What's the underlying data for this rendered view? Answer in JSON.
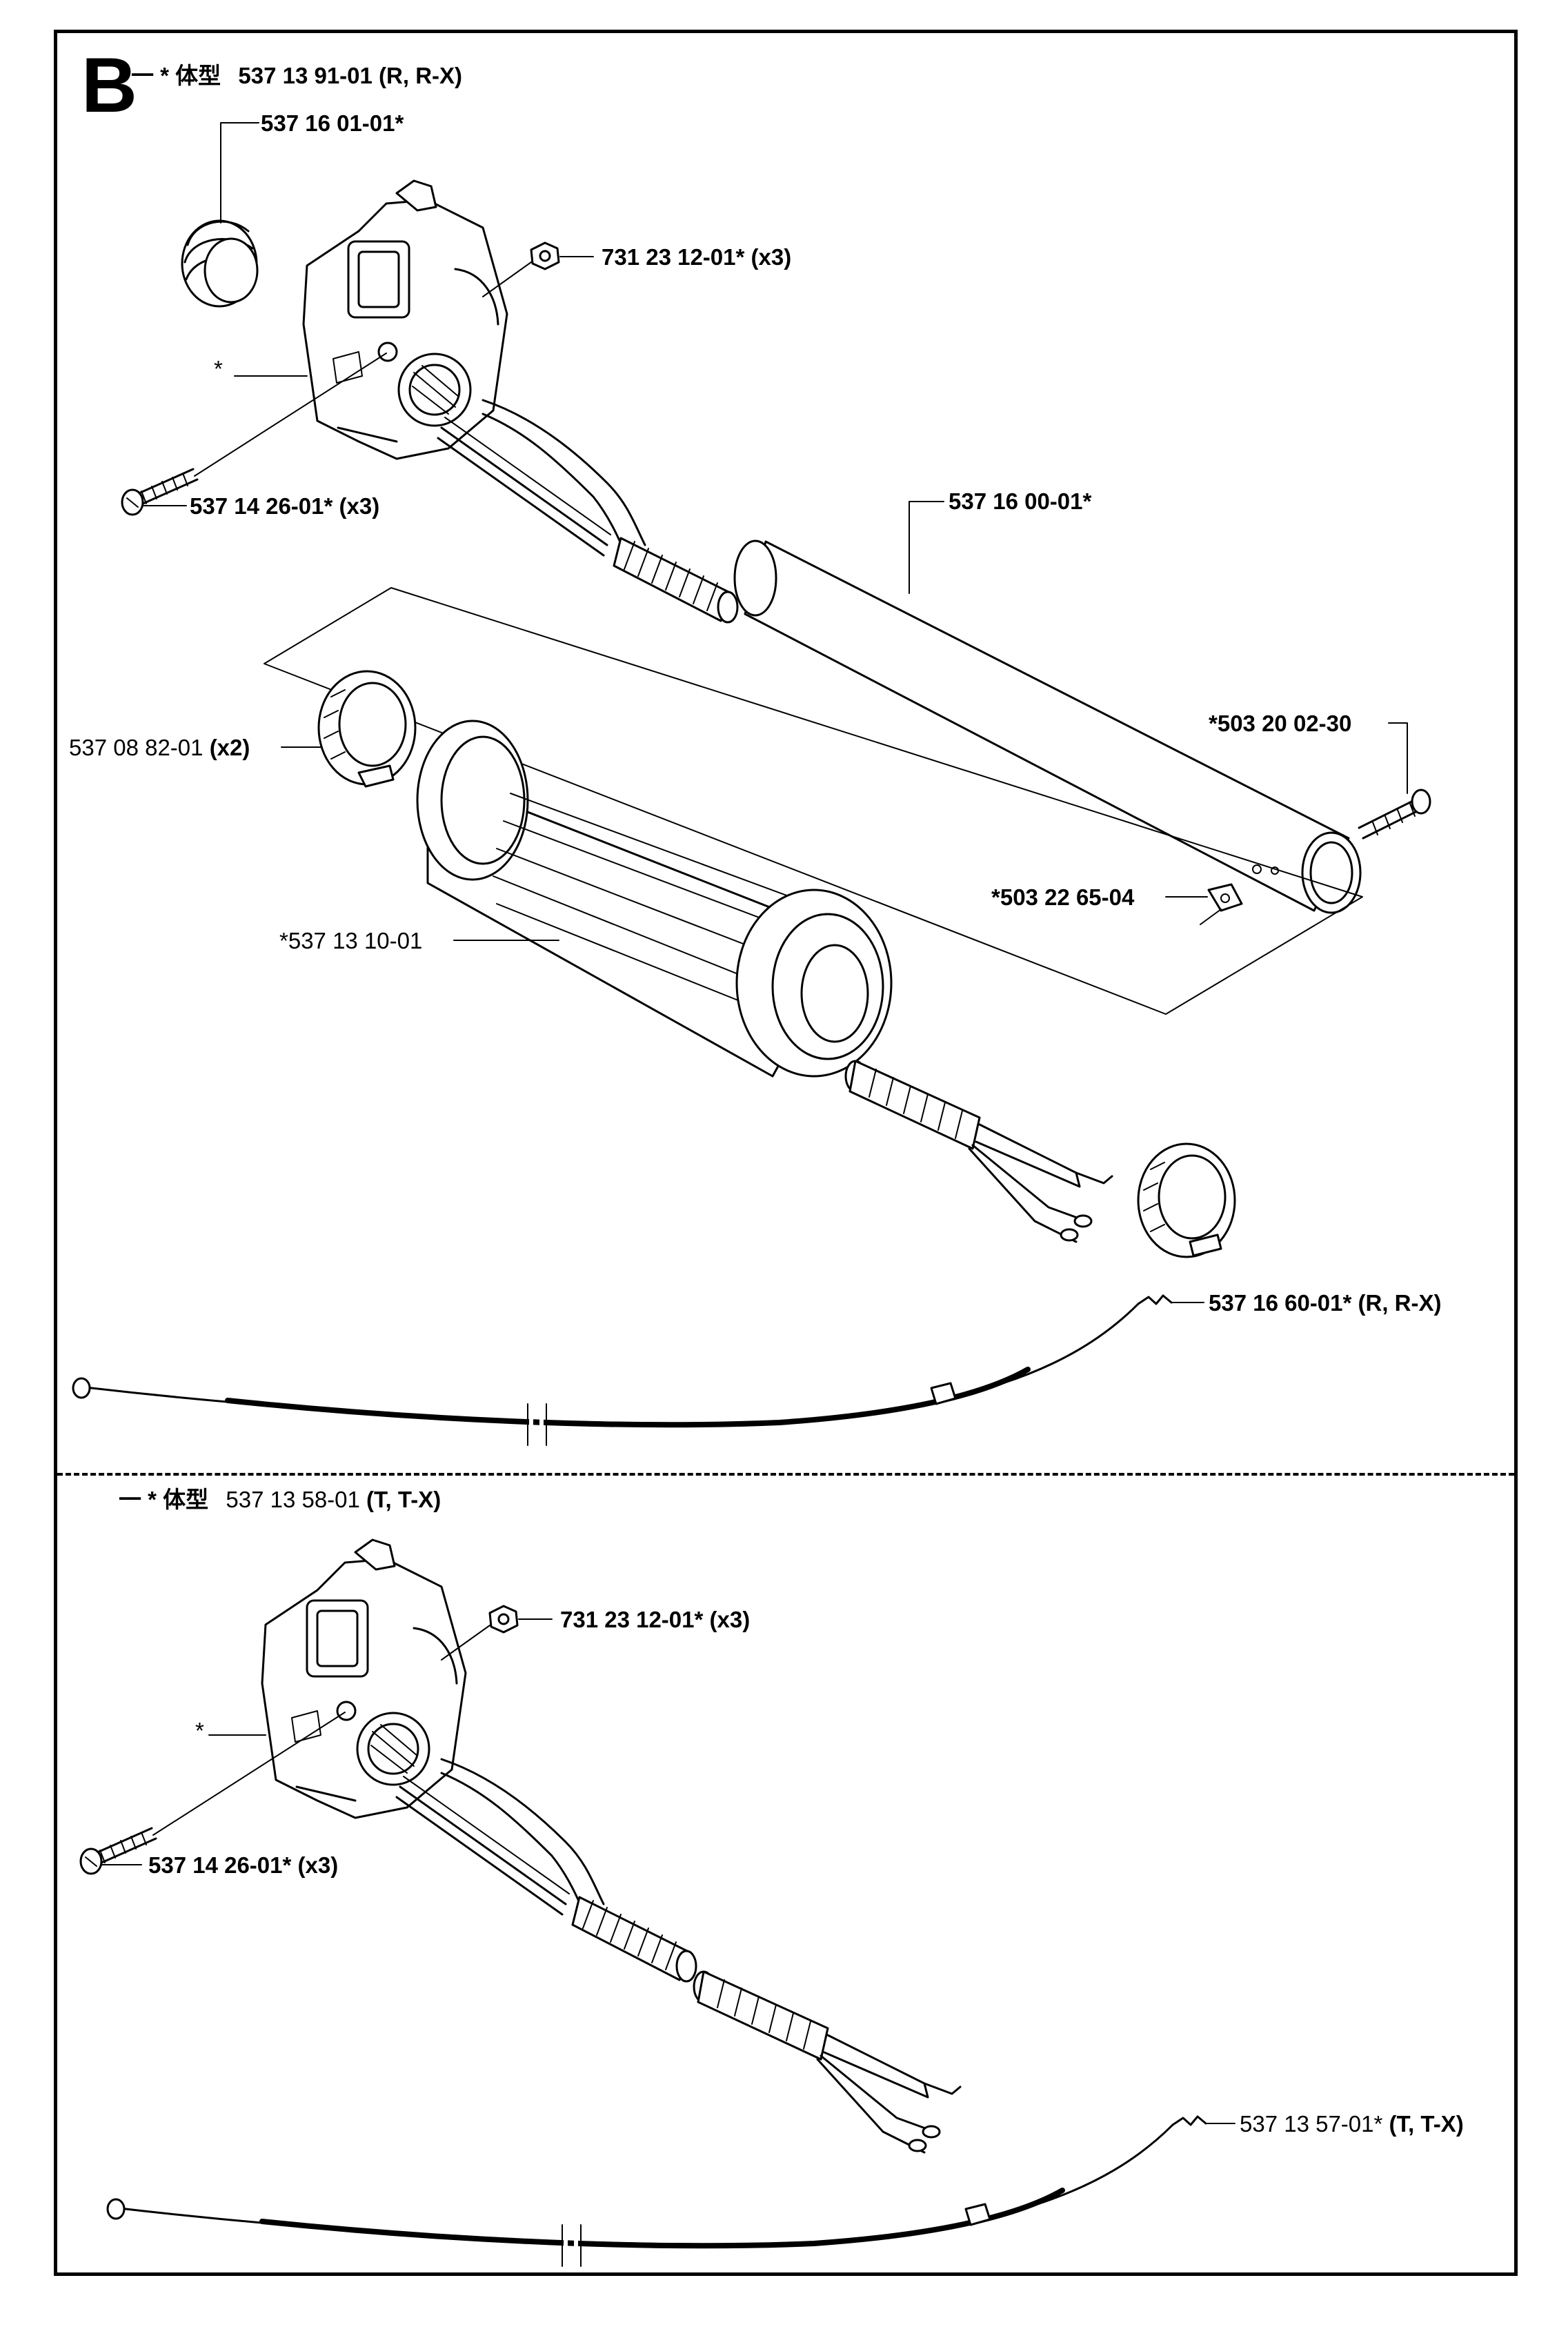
{
  "section_letter": "B",
  "top_assembly": {
    "header_prefix": "一 * 体型",
    "header_part": "537 13 91-01 (R, R-X)",
    "labels": {
      "cap_ring": "537 16 01-01*",
      "nut": "731 23 12-01* (x3)",
      "housing": "*",
      "screw": "537 14 26-01* (x3)",
      "tube": "537 16 00-01*",
      "clamp_ring_num": "537 08 82-01",
      "clamp_ring_qty": "(x2)",
      "bolt": "*503 20 02-30",
      "square_nut": "*503 22 65-04",
      "grip": "*537 13 10-01",
      "cable": "537 16 60-01* (R, R-X)"
    }
  },
  "bottom_assembly": {
    "header_prefix": "一 * 体型",
    "header_part_num": "537 13 58-01",
    "header_part_variant": "(T, T-X)",
    "labels": {
      "nut": "731 23 12-01* (x3)",
      "housing": "*",
      "screw": "537 14 26-01* (x3)",
      "cable_num": "537 13 57-01*",
      "cable_variant": "(T, T-X)"
    }
  }
}
